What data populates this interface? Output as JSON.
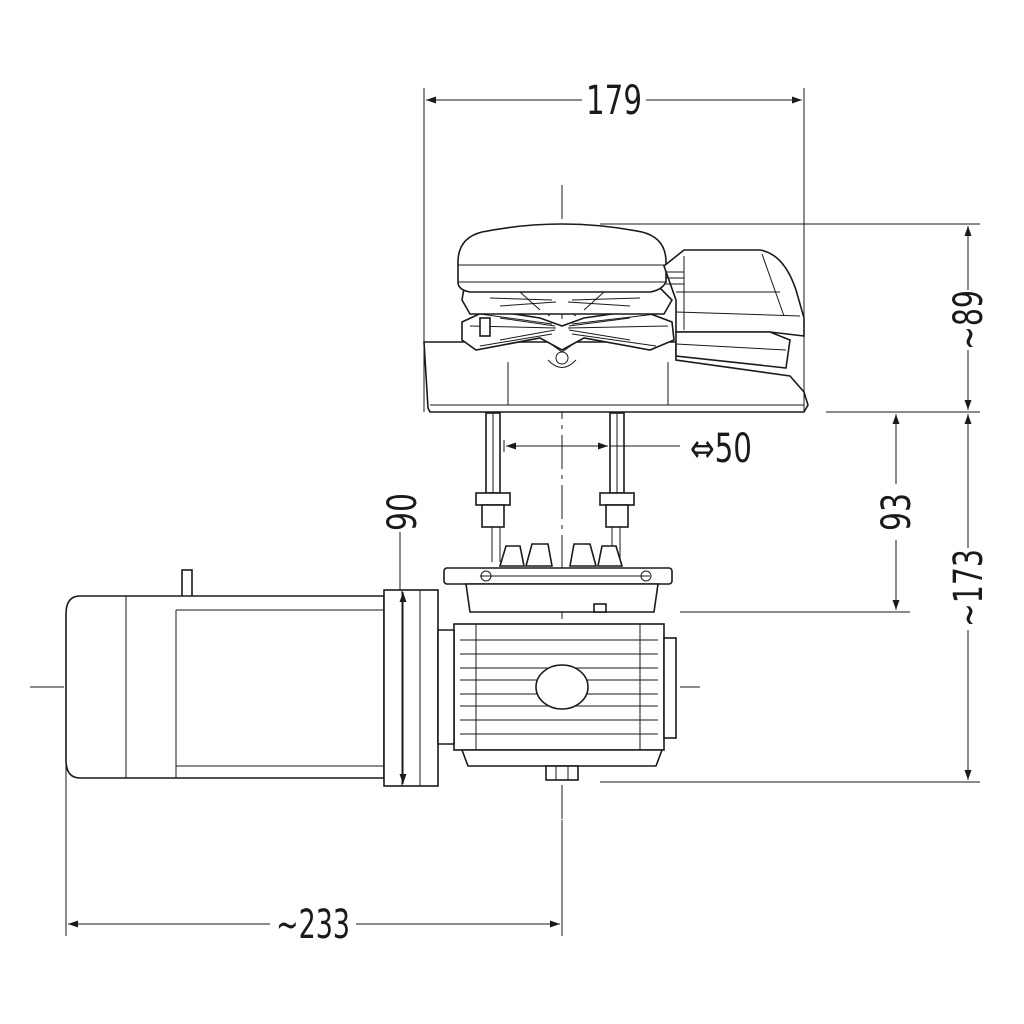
{
  "drawing": {
    "dimensions": {
      "width_top": "179",
      "height_top": "~89",
      "chain_gap": "⇔50",
      "deck_to_axis": "93",
      "overall_height": "~173",
      "flange": "90",
      "motor_length": "~233"
    },
    "colors": {
      "line": "#1a1a1a",
      "background": "#ffffff"
    }
  }
}
